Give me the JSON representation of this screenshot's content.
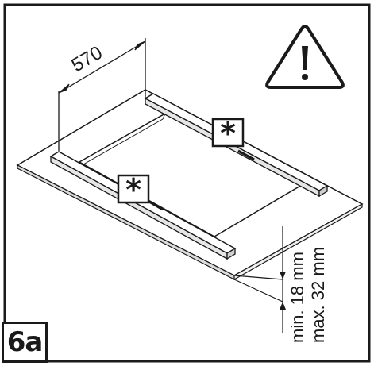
{
  "figure": {
    "label": "6a",
    "dimension_width": "570",
    "clip_marker": "*",
    "thickness_min": "min. 18 mm",
    "thickness_max": "max. 32 mm",
    "warning_icon": "warning-triangle-icon",
    "stroke_color": "#1a1a1a",
    "background_color": "#ffffff"
  }
}
